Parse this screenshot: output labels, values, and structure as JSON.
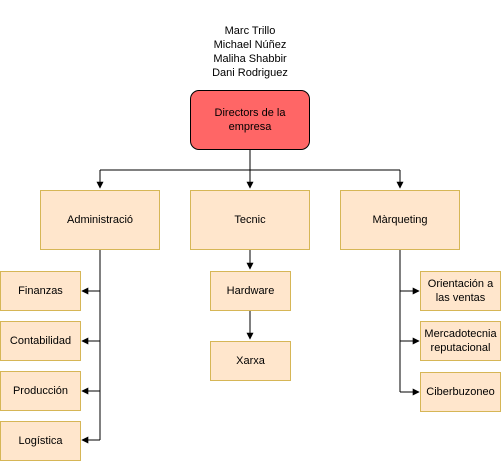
{
  "authors": [
    "Marc Trillo",
    "Michael Núñez",
    "Maliha Shabbir",
    "Dani Rodriguez"
  ],
  "colors": {
    "root_fill": "#ff6666",
    "node_fill": "#ffe6cc",
    "node_stroke": "#d6b656",
    "edge": "#000000"
  },
  "root": {
    "label": "Directors de la empresa"
  },
  "departments": [
    {
      "label": "Administració",
      "children": [
        "Finanzas",
        "Contabilidad",
        "Producción",
        "Logística"
      ]
    },
    {
      "label": "Tecnic",
      "children": [
        "Hardware",
        "Xarxa"
      ]
    },
    {
      "label": "Màrqueting",
      "children": [
        "Orientación a las ventas",
        "Mercadotecnia reputacional",
        "Ciberbuzoneo"
      ]
    }
  ]
}
